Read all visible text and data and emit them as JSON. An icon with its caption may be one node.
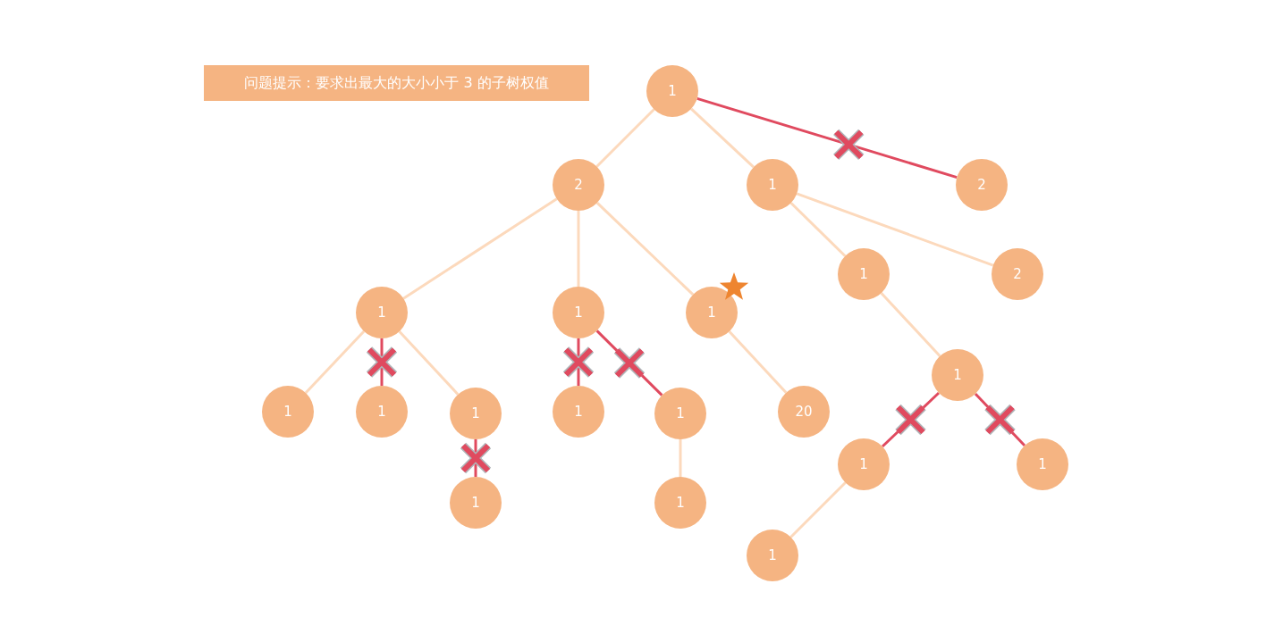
{
  "diagram": {
    "title": "问题提示：要求出最大的大小小于 3 的子树权值",
    "nodes": [
      {
        "text": [
          "1"
        ]
      },
      {
        "text": [
          "2"
        ]
      },
      {
        "text": [
          "1"
        ]
      },
      {
        "text": [
          "2"
        ]
      },
      {
        "text": [
          "1"
        ]
      },
      {
        "text": [
          "1"
        ]
      },
      {
        "text": [
          "1"
        ]
      },
      {
        "text": [
          "1"
        ]
      },
      {
        "text": [
          "2"
        ]
      },
      {
        "text": [
          "1"
        ]
      },
      {
        "text": [
          "1"
        ]
      },
      {
        "text": [
          "1"
        ]
      },
      {
        "text": [
          "1"
        ]
      },
      {
        "text": [
          "1"
        ]
      },
      {
        "text": [
          "20"
        ]
      },
      {
        "text": [
          "1"
        ]
      },
      {
        "text": [
          "1"
        ]
      },
      {
        "text": [
          "1"
        ]
      },
      {
        "text": [
          "1"
        ]
      },
      {
        "text": [
          "1"
        ]
      },
      {
        "text": [
          "1"
        ]
      }
    ],
    "edges": [
      {
        "from": 0,
        "to": 1,
        "arrow": "none"
      },
      {
        "from": 0,
        "to": 2,
        "arrow": "none"
      },
      {
        "from": 0,
        "to": 3,
        "arrow": "none",
        "color": "#e04a5f"
      },
      {
        "from": 1,
        "to": 4,
        "arrow": "none"
      },
      {
        "from": 1,
        "to": 5,
        "arrow": "none"
      },
      {
        "from": 1,
        "to": 6,
        "arrow": "none"
      },
      {
        "from": 2,
        "to": 7,
        "arrow": "none"
      },
      {
        "from": 2,
        "to": 8,
        "arrow": "none"
      },
      {
        "from": 4,
        "to": 9,
        "arrow": "none"
      },
      {
        "from": 4,
        "to": 10,
        "arrow": "none",
        "color": "#e04a5f"
      },
      {
        "from": 4,
        "to": 11,
        "arrow": "none"
      },
      {
        "from": 5,
        "to": 12,
        "arrow": "none",
        "color": "#e04a5f"
      },
      {
        "from": 5,
        "to": 13,
        "arrow": "none",
        "color": "#e04a5f"
      },
      {
        "from": 6,
        "to": 14,
        "arrow": "none"
      },
      {
        "from": 7,
        "to": 15,
        "arrow": "none"
      },
      {
        "from": 11,
        "to": 16,
        "arrow": "none",
        "color": "#e04a5f"
      },
      {
        "from": 13,
        "to": 17,
        "arrow": "none"
      },
      {
        "from": 15,
        "to": 18,
        "arrow": "none",
        "color": "#e04a5f"
      },
      {
        "from": 15,
        "to": 19,
        "arrow": "none",
        "color": "#e04a5f"
      },
      {
        "from": 18,
        "to": 20,
        "arrow": "none"
      }
    ]
  }
}
